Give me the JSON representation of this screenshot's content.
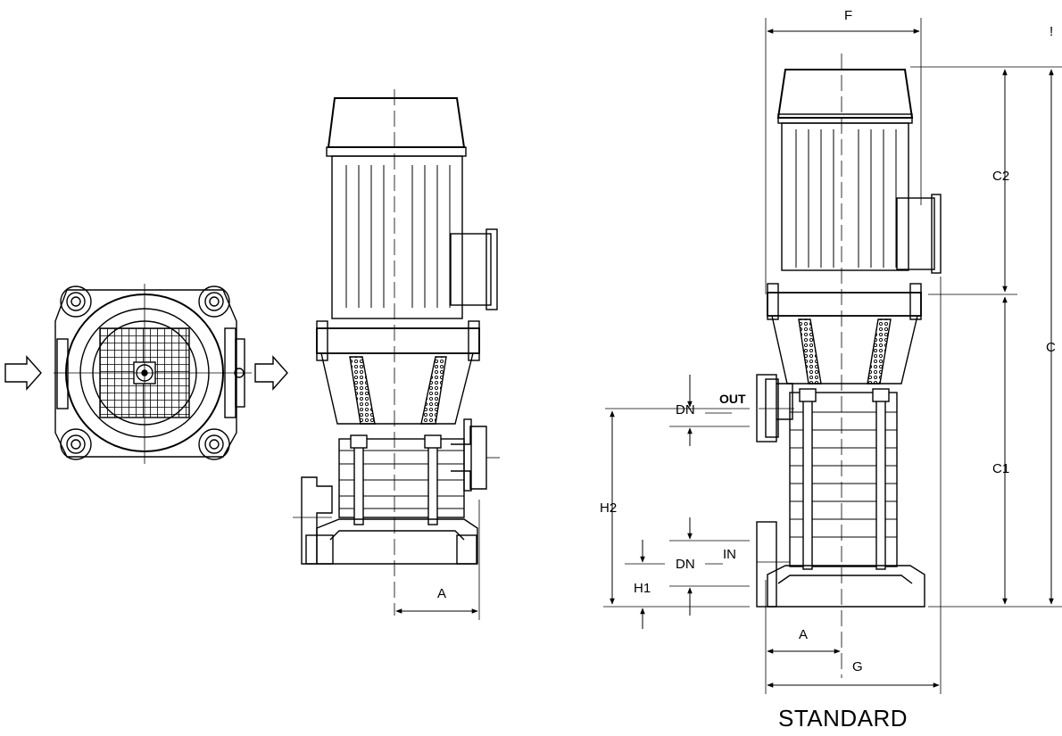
{
  "labels": {
    "F": "F",
    "mark": "!",
    "C2": "C2",
    "C": "C",
    "C1": "C1",
    "OUT": "OUT",
    "DN_top": "DN",
    "H2": "H2",
    "DN_bottom": "DN",
    "IN": "IN",
    "H1": "H1",
    "A_middle": "A",
    "A_right": "A",
    "G": "G",
    "standard": "STANDARD"
  },
  "colors": {
    "stroke": "#000000",
    "background": "#ffffff"
  }
}
